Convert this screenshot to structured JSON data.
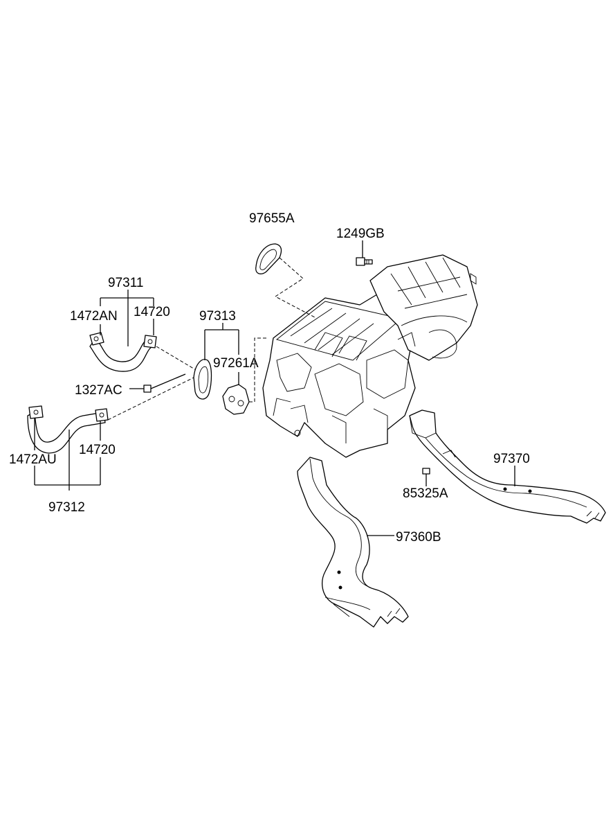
{
  "labels": {
    "p97655A": "97655A",
    "p1249GB": "1249GB",
    "p97311": "97311",
    "p1472AN": "1472AN",
    "p14720_top": "14720",
    "p97313": "97313",
    "p97261A": "97261A",
    "p1327AC": "1327AC",
    "p1472AU": "1472AU",
    "p14720_bottom": "14720",
    "p97312": "97312",
    "p97370": "97370",
    "p85325A": "85325A",
    "p97360B": "97360B"
  }
}
